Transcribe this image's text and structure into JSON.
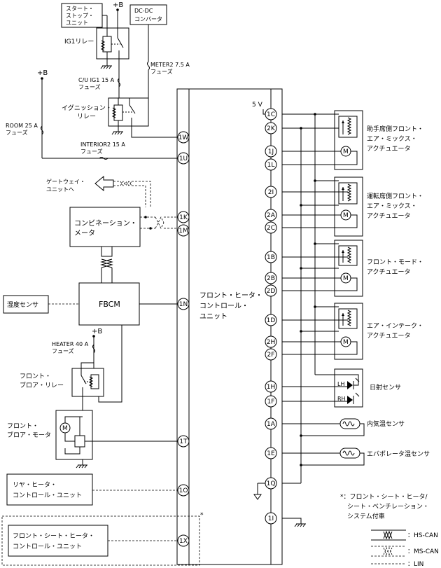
{
  "labels": {
    "start_stop_unit": [
      "スタート・",
      "ストップ・",
      "ユニット"
    ],
    "dcdc": [
      "DC-DC",
      "コンバータ"
    ],
    "b_plus": "+B",
    "ig1_relay": "IG1リレー",
    "meter2_fuse": [
      "METER2 7.5 A",
      "フューズ"
    ],
    "cu_ig1_fuse": [
      "C/U IG1 15 A",
      "フューズ"
    ],
    "ignition_relay": [
      "イグニッション・",
      "リレー"
    ],
    "room_fuse": [
      "ROOM 25 A",
      "フューズ"
    ],
    "interior2_fuse": [
      "INTERIOR2 15 A",
      "フューズ"
    ],
    "gateway": [
      "ゲートウェイ・",
      "ユニットへ"
    ],
    "combination_meter": [
      "コンビネーション・",
      "メータ"
    ],
    "humidity_sensor": "湿度センサ",
    "fbcm": "FBCM",
    "heater_fuse": [
      "HEATER 40 A",
      "フューズ"
    ],
    "blower_relay": [
      "フロント・",
      "ブロア・リレー"
    ],
    "blower_motor": [
      "フロント・",
      "ブロア・モータ"
    ],
    "rear_heater": [
      "リヤ・ヒータ・",
      "コントロール・ユニット"
    ],
    "seat_heater": [
      "フロント・シート・ヒータ・",
      "コントロール・ユニット"
    ],
    "main_unit": [
      "フロント・ヒータ・",
      "コントロール・",
      "ユニット"
    ],
    "five_v": "5 V",
    "passenger_mix": [
      "助手席側フロント・",
      "エア・ミックス・",
      "アクチュエータ"
    ],
    "driver_mix": [
      "運転席側フロント・",
      "エア・ミックス・",
      "アクチュエータ"
    ],
    "mode_act": [
      "フロント・モード・",
      "アクチュエータ"
    ],
    "intake_act": [
      "エア・インテーク・",
      "アクチュエータ"
    ],
    "solar_sensor": "日射センサ",
    "lh": "LH",
    "rh": "RH",
    "cabin_temp": "内気温センサ",
    "evap_temp": "エバポレータ温センサ",
    "motor": "M",
    "note": [
      "*：フロント・シート・ヒータ/",
      "シート・ベンチレーション・",
      "システム付車"
    ],
    "asterisk": "*"
  },
  "pins_left": [
    "1W",
    "1U",
    "1K",
    "1M",
    "1N",
    "1T",
    "1O",
    "1X"
  ],
  "pins_right": [
    "1C",
    "2K",
    "1J",
    "1L",
    "2I",
    "2A",
    "2C",
    "1B",
    "2B",
    "2D",
    "1D",
    "2H",
    "2F",
    "1H",
    "1F",
    "1A",
    "1E",
    "1Q",
    "1I"
  ],
  "legend": [
    {
      "name": "hs-can",
      "label": "：HS-CAN"
    },
    {
      "name": "ms-can",
      "label": "：MS-CAN"
    },
    {
      "name": "lin",
      "label": "：LIN"
    }
  ]
}
